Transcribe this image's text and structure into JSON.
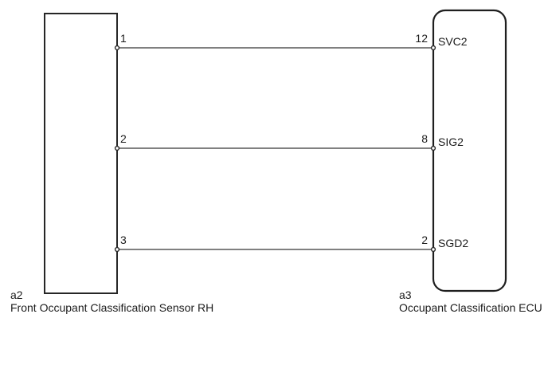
{
  "diagram": {
    "title_hint": "wiring diagram",
    "left_component": {
      "ref": "a2",
      "name": "Front Occupant Classification Sensor RH",
      "pins": [
        {
          "number": "1"
        },
        {
          "number": "2"
        },
        {
          "number": "3"
        }
      ]
    },
    "right_component": {
      "ref": "a3",
      "name": "Occupant Classification ECU",
      "pins": [
        {
          "number": "12",
          "name": "SVC2"
        },
        {
          "number": "8",
          "name": "SIG2"
        },
        {
          "number": "2",
          "name": "SGD2"
        }
      ]
    },
    "wires": [
      {
        "from_component": "a2",
        "from_pin": "1",
        "to_component": "a3",
        "to_pin": "12",
        "signal": "SVC2"
      },
      {
        "from_component": "a2",
        "from_pin": "2",
        "to_component": "a3",
        "to_pin": "8",
        "signal": "SIG2"
      },
      {
        "from_component": "a2",
        "from_pin": "3",
        "to_component": "a3",
        "to_pin": "2",
        "signal": "SGD2"
      }
    ],
    "colors": {
      "background": "#ffffff",
      "box_border": "#262626",
      "wire": "#6e6e6e",
      "text": "#1c1c1c",
      "terminal_fill": "#ffffff"
    }
  }
}
